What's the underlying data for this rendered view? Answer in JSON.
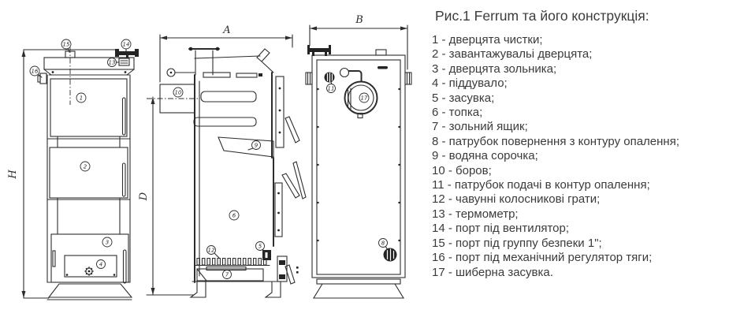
{
  "figure": {
    "title": "Рис.1 Ferrum та його конструкція:",
    "legend": [
      "1 - дверцята чистки;",
      "2 - завантажувальі дверцята;",
      "3 - дверцята зольника;",
      "4 - піддувало;",
      "5 - засувка;",
      "6 - топка;",
      "7 - зольний ящик;",
      "8 - патрубок повернення з контуру опалення;",
      "9 - водяна сорочка;",
      "10 - боров;",
      "11 - патрубок подачі в контур опалення;",
      "12 - чавунні колосникові грати;",
      "13 - термометр;",
      "14 - порт під вентилятор;",
      "15 - порт під группу безпеки 1\";",
      "16 - порт під механічний регулятор тяги;",
      "17 - шиберна засувка."
    ]
  },
  "diagram": {
    "dims": {
      "H": "H",
      "A": "A",
      "B": "B",
      "D": "D"
    },
    "callouts": {
      "c1": "1",
      "c2": "2",
      "c3": "3",
      "c4": "4",
      "c5": "5",
      "c6": "6",
      "c7": "7",
      "c8": "8",
      "c9": "9",
      "c10": "10",
      "c11": "11",
      "c12": "12",
      "c13": "13",
      "c14": "14",
      "c15": "15",
      "c16": "16",
      "c17": "17"
    },
    "colors": {
      "line": "#2d2d2d",
      "text": "#3b3b3b",
      "background": "#ffffff"
    }
  }
}
